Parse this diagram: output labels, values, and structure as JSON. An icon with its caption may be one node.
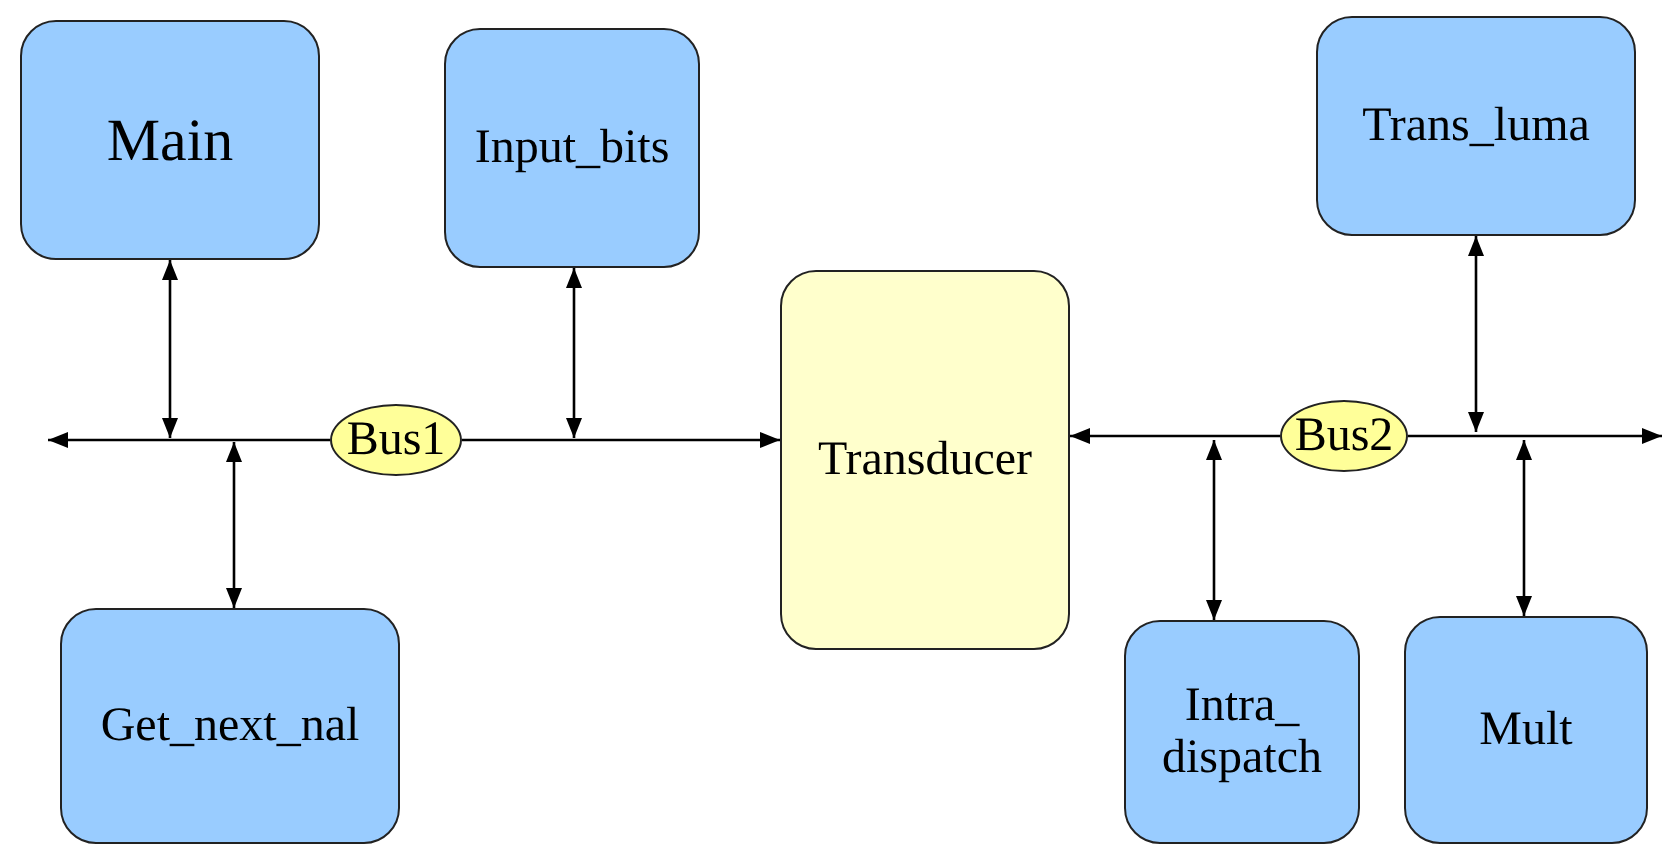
{
  "diagram": {
    "nodes": [
      {
        "text": [
          "Main"
        ]
      },
      {
        "text": [
          "Input_bits"
        ]
      },
      {
        "text": [
          "Bus1"
        ]
      },
      {
        "text": [
          "Get_next_nal"
        ]
      },
      {
        "text": [
          "Transducer"
        ]
      },
      {
        "text": [
          "Trans_luma"
        ]
      },
      {
        "text": [
          "Bus2"
        ]
      },
      {
        "text": [
          "Intra_ dispatch"
        ]
      },
      {
        "text": [
          "Mult"
        ]
      }
    ],
    "edges": [
      {
        "from": 0,
        "to": null,
        "arrow": "both"
      },
      {
        "from": 1,
        "to": null,
        "arrow": "both"
      },
      {
        "from": 3,
        "to": null,
        "arrow": "both"
      },
      {
        "from": 2,
        "to": null,
        "arrow": "to"
      },
      {
        "from": 2,
        "to": 4,
        "arrow": "to"
      },
      {
        "from": 6,
        "to": 4,
        "arrow": "to"
      },
      {
        "from": 6,
        "to": null,
        "arrow": "to"
      },
      {
        "from": 5,
        "to": null,
        "arrow": "both"
      },
      {
        "from": 7,
        "to": null,
        "arrow": "both"
      },
      {
        "from": 8,
        "to": null,
        "arrow": "both"
      }
    ]
  }
}
